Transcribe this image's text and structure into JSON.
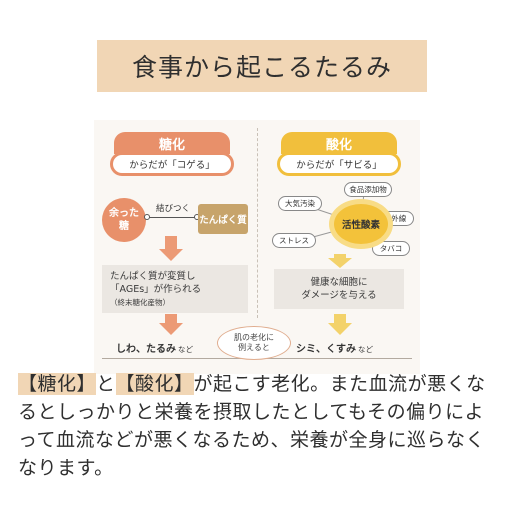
{
  "title": "食事から起こるたるみ",
  "glycation": {
    "head": "糖化",
    "sub": "からだが「コゲる」",
    "sugar_label": "余った糖",
    "link_label": "結びつく",
    "protein_label": "たんぱく質",
    "result_line1": "たんぱく質が変質し",
    "result_line2": "「AGEs」が作られる",
    "result_line3": "（終末糖化産物）",
    "outcome": "しわ、たるみ",
    "outcome_suffix": "など"
  },
  "oxidation": {
    "head": "酸化",
    "sub": "からだが「サビる」",
    "center": "活性酸素",
    "factors": [
      "大気汚染",
      "食品添加物",
      "紫外線",
      "ストレス",
      "タバコ"
    ],
    "result_line1": "健康な細胞に",
    "result_line2": "ダメージを与える",
    "outcome": "シミ、くすみ",
    "outcome_suffix": "など"
  },
  "comparison_line1": "肌の老化に",
  "comparison_line2": "例えると",
  "body": {
    "hl1": "【糖化】",
    "mid": "と",
    "hl2": "【酸化】",
    "rest": "が起こす老化。また血流が悪くなるとしっかりと栄養を摂取したとしてもその偏りによって血流などが悪くなるため、栄養が全身に巡らなくなります。"
  },
  "colors": {
    "glycation": "#e8906a",
    "oxidation": "#f1bf3c",
    "highlight": "#f1d6b5"
  }
}
